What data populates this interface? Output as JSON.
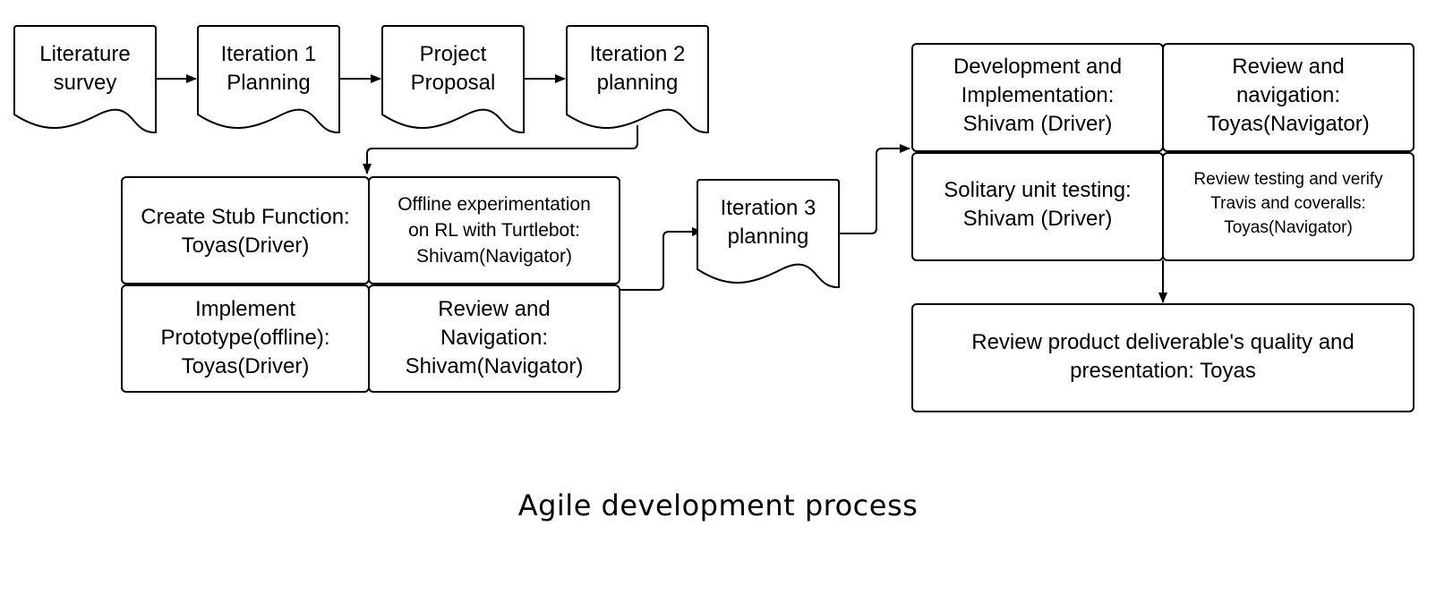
{
  "documents": {
    "literature_survey": [
      "Literature",
      "survey"
    ],
    "iteration1": [
      "Iteration 1",
      "Planning"
    ],
    "project_proposal": [
      "Project",
      "Proposal"
    ],
    "iteration2": [
      "Iteration 2",
      "planning"
    ],
    "iteration3": [
      "Iteration 3",
      "planning"
    ]
  },
  "iteration2_grid": {
    "create_stub": [
      "Create Stub Function:",
      "Toyas(Driver)"
    ],
    "offline_experimentation": [
      "Offline experimentation",
      "on RL with Turtlebot:",
      "Shivam(Navigator)"
    ],
    "implement_prototype": [
      "Implement",
      "Prototype(offline):",
      "Toyas(Driver)"
    ],
    "review_navigation": [
      "Review and",
      "Navigation:",
      "Shivam(Navigator)"
    ]
  },
  "iteration3_grid": {
    "development": [
      "Development and",
      "Implementation:",
      "Shivam (Driver)"
    ],
    "review_nav": [
      "Review and",
      "navigation:",
      "Toyas(Navigator)"
    ],
    "unit_testing": [
      "Solitary unit testing:",
      "Shivam (Driver)"
    ],
    "review_testing": [
      "Review testing and verify",
      "Travis and coveralls:",
      "Toyas(Navigator)"
    ]
  },
  "final_review": [
    "Review product deliverable's quality and",
    "presentation: Toyas"
  ],
  "caption": "Agile development process"
}
